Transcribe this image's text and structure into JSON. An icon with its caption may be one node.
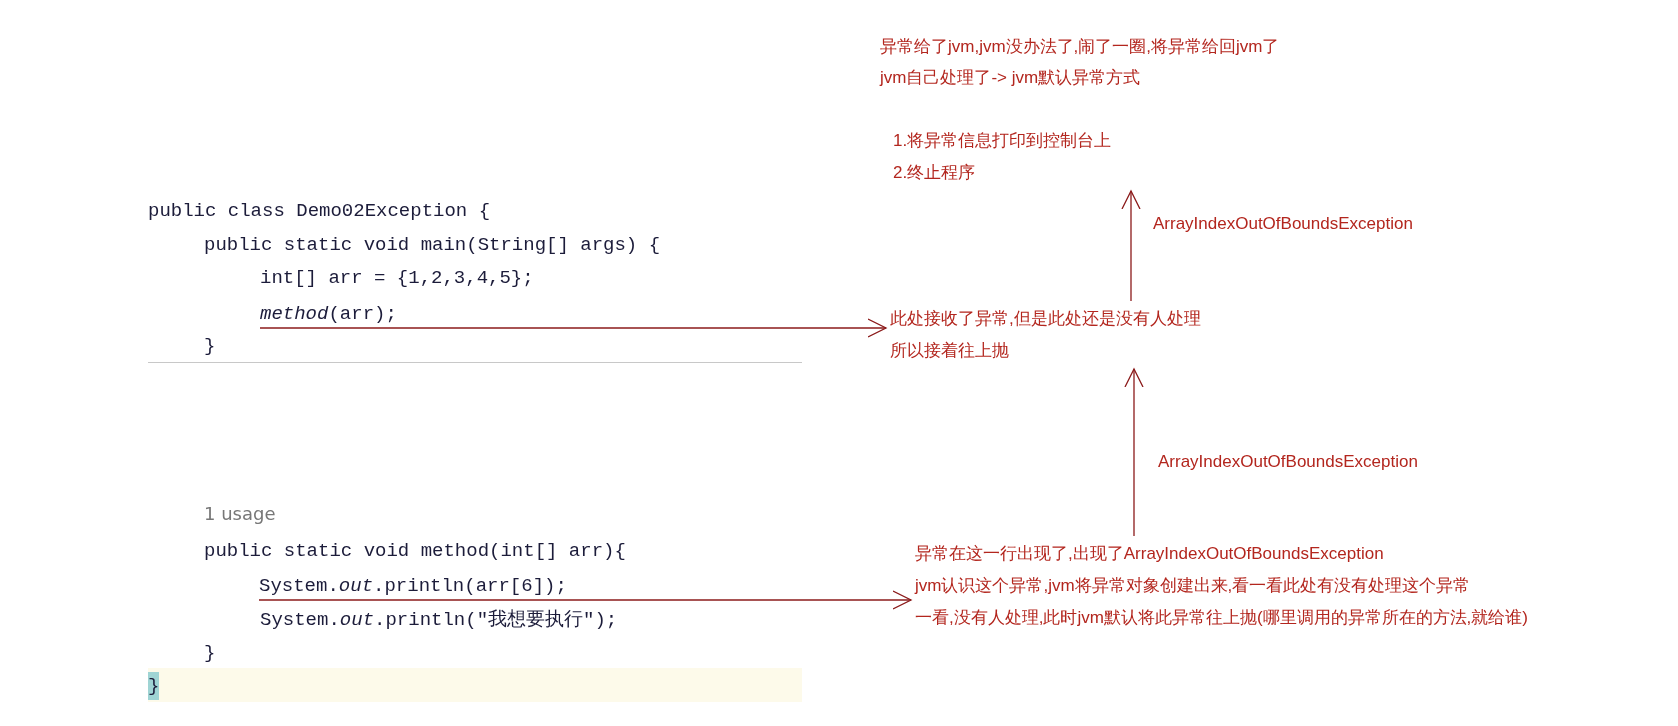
{
  "diagram": {
    "nodes": [
      {
        "text": [
          "*method*(arr);"
        ]
      },
      {
        "text": [
          "此处接收了异常,但是此处还是没有人处理",
          "所以接着往上抛"
        ]
      },
      {
        "text": [
          "System.*out*.println(arr[6]);"
        ]
      },
      {
        "text": [
          "异常在这一行出现了,出现了ArrayIndexOutOfBoundsException",
          "jvm认识这个异常,jvm将异常对象创建出来,看一看此处有没有处理这个异常",
          "一看,没有人处理,此时jvm默认将此异常往上抛(哪里调用的异常所在的方法,就给谁)"
        ]
      },
      {
        "text": [
          "1.将异常信息打印到控制台上",
          "2.终止程序"
        ]
      }
    ],
    "edges": [
      {
        "from": 0,
        "to": 1,
        "arrow": "to"
      },
      {
        "from": 2,
        "to": 3,
        "arrow": "to"
      },
      {
        "from": 3,
        "to": 1,
        "arrow": "to",
        "label": "ArrayIndexOutOfBoundsException"
      },
      {
        "from": 1,
        "to": 4,
        "arrow": "to",
        "label": "ArrayIndexOutOfBoundsException"
      }
    ],
    "labels": [
      "异常给了jvm,jvm没办法了,闹了一圈,将异常给回jvm了",
      "jvm自己处理了-> jvm默认异常方式",
      "public class Demo02Exception {",
      "public static void main(String[] args) {",
      "int[] arr = {1,2,3,4,5};",
      "}",
      "1 usage",
      "public static void method(int[] arr){",
      "System.*out*.println(\"我想要执行\");",
      "}",
      "}"
    ]
  }
}
